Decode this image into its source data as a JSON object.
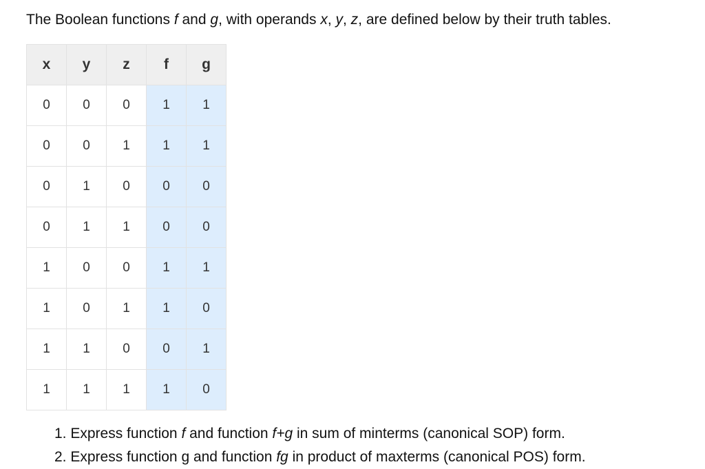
{
  "intro": {
    "p1": "The Boolean functions ",
    "f": "f",
    "p2": " and ",
    "g": "g",
    "p3": ", with operands ",
    "x": "x",
    "c1": ", ",
    "y": "y",
    "c2": ", ",
    "z": "z",
    "p4": ", are defined below by their truth tables."
  },
  "truth_table": {
    "headers": [
      "x",
      "y",
      "z",
      "f",
      "g"
    ],
    "rows": [
      [
        "0",
        "0",
        "0",
        "1",
        "1"
      ],
      [
        "0",
        "0",
        "1",
        "1",
        "1"
      ],
      [
        "0",
        "1",
        "0",
        "0",
        "0"
      ],
      [
        "0",
        "1",
        "1",
        "0",
        "0"
      ],
      [
        "1",
        "0",
        "0",
        "1",
        "1"
      ],
      [
        "1",
        "0",
        "1",
        "1",
        "0"
      ],
      [
        "1",
        "1",
        "0",
        "0",
        "1"
      ],
      [
        "1",
        "1",
        "1",
        "1",
        "0"
      ]
    ],
    "highlight_color": "#ddedfd",
    "header_bg": "#efefef"
  },
  "questions": [
    {
      "num": "1. ",
      "a": "Express function ",
      "b": "f",
      "c": " and function ",
      "d": "f+g",
      "e": " in sum of minterms (canonical SOP) form."
    },
    {
      "num": "2. ",
      "a": "Express function g and function ",
      "b": "fg",
      "c": " in product of maxterms (canonical POS) form."
    }
  ]
}
